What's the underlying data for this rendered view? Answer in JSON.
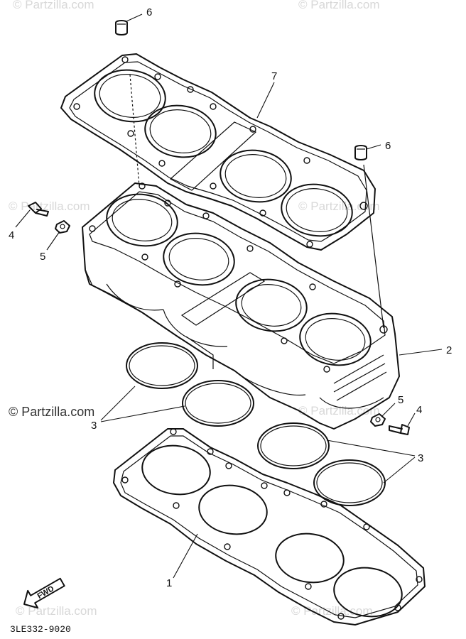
{
  "watermarks": {
    "main": "© Partzilla.com",
    "faint": "© Partzilla.com"
  },
  "diagram_code": "3LE332-9020",
  "fwd_label": "FWD",
  "callouts": {
    "c1": "1",
    "c2": "2",
    "c3a": "3",
    "c3b": "3",
    "c4a": "4",
    "c4b": "4",
    "c5a": "5",
    "c5b": "5",
    "c6a": "6",
    "c6b": "6",
    "c7": "7"
  }
}
